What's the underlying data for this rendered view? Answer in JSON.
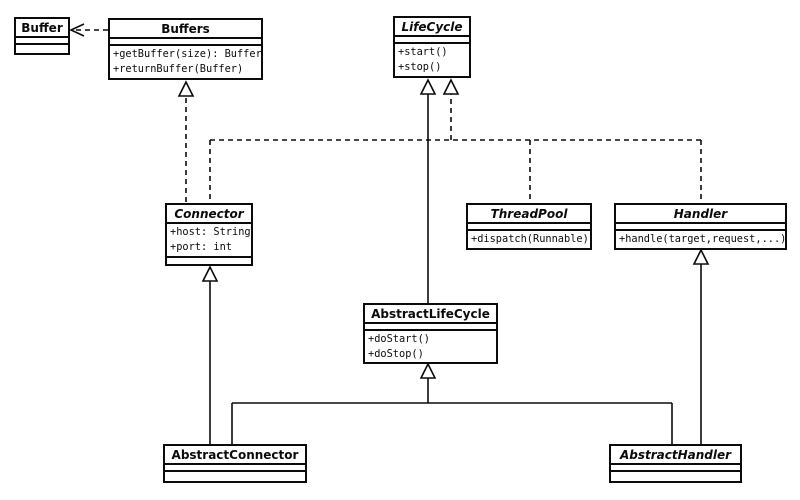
{
  "diagram": {
    "type": "uml-class-diagram",
    "background": "#ffffff",
    "line_color": "#0b0b0b",
    "text_color": "#0b0b0b"
  },
  "classes": {
    "buffer": {
      "name": "Buffer",
      "abstract": false,
      "attributes": [],
      "methods": []
    },
    "buffers": {
      "name": "Buffers",
      "abstract": false,
      "attributes": [],
      "methods": [
        "+getBuffer(size): Buffer",
        "+returnBuffer(Buffer)"
      ]
    },
    "lifecycle": {
      "name": "LifeCycle",
      "abstract": true,
      "attributes": [],
      "methods": [
        "+start()",
        "+stop()"
      ]
    },
    "connector": {
      "name": "Connector",
      "abstract": true,
      "attributes": [
        "+host: String",
        "+port: int"
      ],
      "methods": []
    },
    "threadpool": {
      "name": "ThreadPool",
      "abstract": true,
      "attributes": [],
      "methods": [
        "+dispatch(Runnable)"
      ]
    },
    "handler": {
      "name": "Handler",
      "abstract": true,
      "attributes": [],
      "methods": [
        "+handle(target,request,...)"
      ]
    },
    "abstractlifecycle": {
      "name": "AbstractLifeCycle",
      "abstract": false,
      "attributes": [],
      "methods": [
        "+doStart()",
        "+doStop()"
      ]
    },
    "abstractconnector": {
      "name": "AbstractConnector",
      "abstract": false,
      "attributes": [],
      "methods": []
    },
    "abstracthandler": {
      "name": "AbstractHandler",
      "abstract": true,
      "attributes": [],
      "methods": []
    }
  },
  "relationships": [
    {
      "from": "Buffers",
      "to": "Buffer",
      "type": "dependency"
    },
    {
      "from": "Connector",
      "to": "Buffers",
      "type": "realization"
    },
    {
      "from": "Connector",
      "to": "LifeCycle",
      "type": "realization"
    },
    {
      "from": "ThreadPool",
      "to": "LifeCycle",
      "type": "realization"
    },
    {
      "from": "Handler",
      "to": "LifeCycle",
      "type": "realization"
    },
    {
      "from": "AbstractLifeCycle",
      "to": "LifeCycle",
      "type": "generalization"
    },
    {
      "from": "AbstractConnector",
      "to": "Connector",
      "type": "generalization"
    },
    {
      "from": "AbstractConnector",
      "to": "AbstractLifeCycle",
      "type": "generalization"
    },
    {
      "from": "AbstractHandler",
      "to": "Handler",
      "type": "generalization"
    },
    {
      "from": "AbstractHandler",
      "to": "AbstractLifeCycle",
      "type": "generalization"
    }
  ]
}
